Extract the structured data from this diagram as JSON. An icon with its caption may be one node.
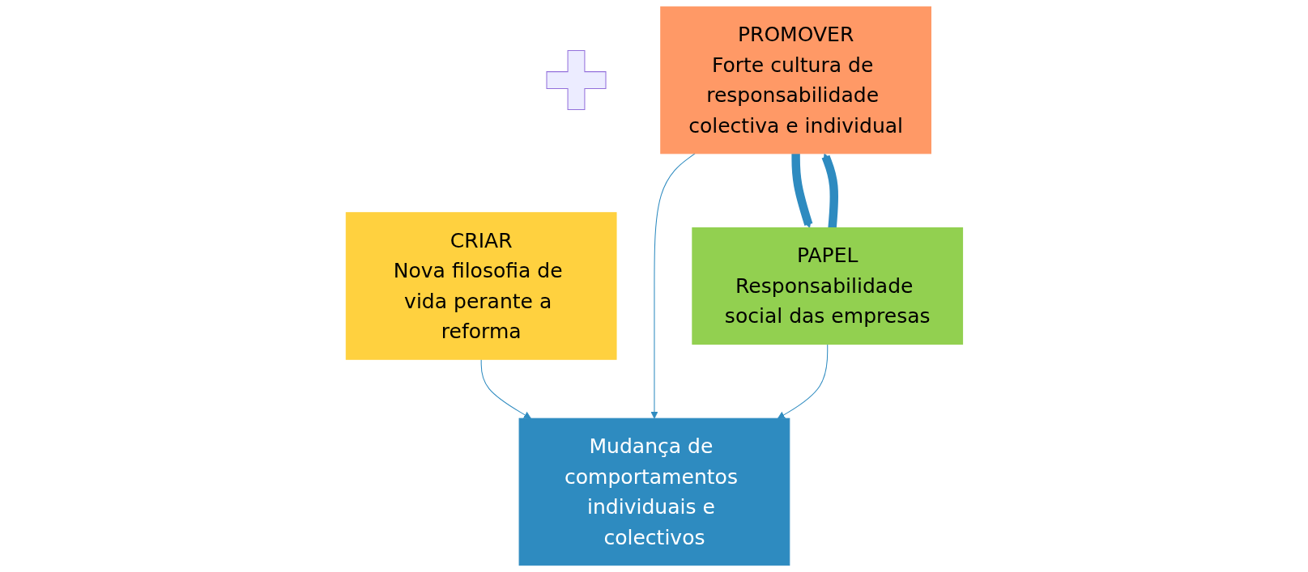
{
  "diagram": {
    "nodes": [
      {
        "text": [
          "CRIAR",
          "Nova filosofia de vida perante a reforma"
        ]
      },
      {
        "text": [],
        "shape": "plus"
      },
      {
        "text": [
          "PROMOVER",
          "Forte cultura de responsabilidade colectiva e individual"
        ]
      },
      {
        "text": [
          "PAPEL",
          "Responsabilidade social das empresas"
        ]
      },
      {
        "text": [
          "Mudança de comportamentos individuais e colectivos"
        ]
      }
    ],
    "edges": [
      {
        "from": 2,
        "to": 3,
        "arrow": "to",
        "style": "thick",
        "color": "#2e8bc0"
      },
      {
        "from": 3,
        "to": 2,
        "arrow": "to",
        "style": "thick",
        "color": "#2e8bc0"
      },
      {
        "from": 0,
        "to": 4,
        "arrow": "to",
        "color": "#2e8bc0"
      },
      {
        "from": 2,
        "to": 4,
        "arrow": "to",
        "color": "#2e8bc0"
      },
      {
        "from": 3,
        "to": 4,
        "arrow": "to",
        "color": "#2e8bc0"
      }
    ]
  }
}
